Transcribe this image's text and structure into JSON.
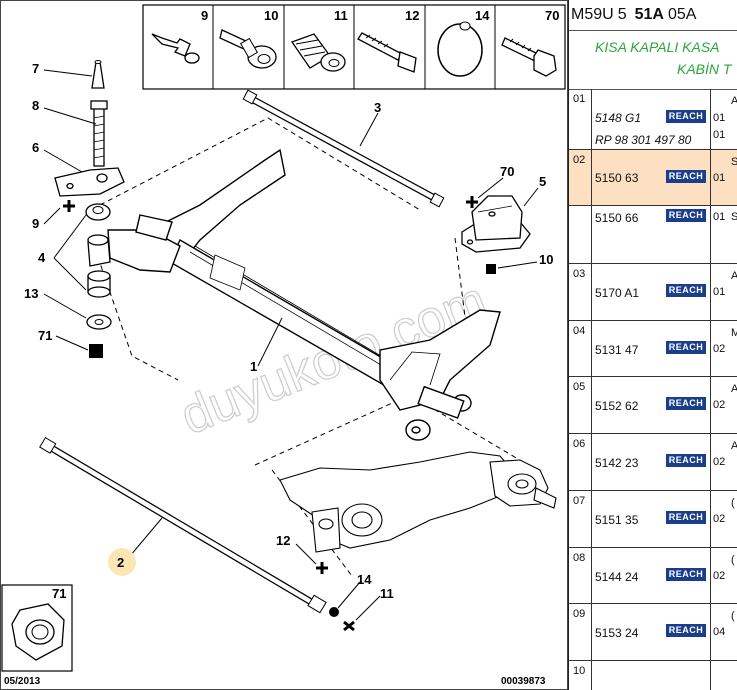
{
  "header": {
    "model": "M59U",
    "sep": "5",
    "group": "51A",
    "variant": "05A"
  },
  "title": {
    "line1": "KISA KAPALI KASA",
    "line2": "KABİN T"
  },
  "thumbnails": [
    "9",
    "10",
    "11",
    "12",
    "14",
    "70"
  ],
  "callouts": {
    "c1": "1",
    "c2": "2",
    "c3": "3",
    "c4": "4",
    "c5": "5",
    "c6": "6",
    "c7": "7",
    "c8": "8",
    "c9": "9",
    "c10": "10",
    "c11": "11",
    "c12": "12",
    "c13": "13",
    "c14": "14",
    "c70": "70",
    "c71": "71"
  },
  "inset": {
    "label": "71"
  },
  "footer": {
    "date": "05/2013",
    "code": "00039873"
  },
  "watermark": "duyukoto.com",
  "rows": [
    {
      "idx": "01",
      "ref": "5148 G1",
      "ref2": "RP 98 301 497 80",
      "qty": "01",
      "qty2": "01",
      "badge": "REACH",
      "trunc": "A"
    },
    {
      "idx": "02",
      "ref": "5150 63",
      "qty": "01",
      "badge": "REACH",
      "trunc": "S"
    },
    {
      "idx": "",
      "ref": "5150 66",
      "qty": "01",
      "badge": "REACH",
      "trunc": "S"
    },
    {
      "idx": "03",
      "ref": "5170 A1",
      "qty": "01",
      "badge": "REACH",
      "trunc": "A"
    },
    {
      "idx": "04",
      "ref": "5131 47",
      "qty": "02",
      "badge": "REACH",
      "trunc": "M"
    },
    {
      "idx": "05",
      "ref": "5152 62",
      "qty": "02",
      "badge": "REACH",
      "trunc": "A"
    },
    {
      "idx": "06",
      "ref": "5142 23",
      "qty": "02",
      "badge": "REACH",
      "trunc": "A"
    },
    {
      "idx": "07",
      "ref": "5151 35",
      "qty": "02",
      "badge": "REACH",
      "trunc": "("
    },
    {
      "idx": "08",
      "ref": "5144 24",
      "qty": "02",
      "badge": "REACH",
      "trunc": "("
    },
    {
      "idx": "09",
      "ref": "5153 24",
      "qty": "04",
      "badge": "REACH",
      "trunc": "("
    },
    {
      "idx": "10",
      "ref": "",
      "qty": "",
      "badge": "",
      "trunc": ""
    }
  ]
}
